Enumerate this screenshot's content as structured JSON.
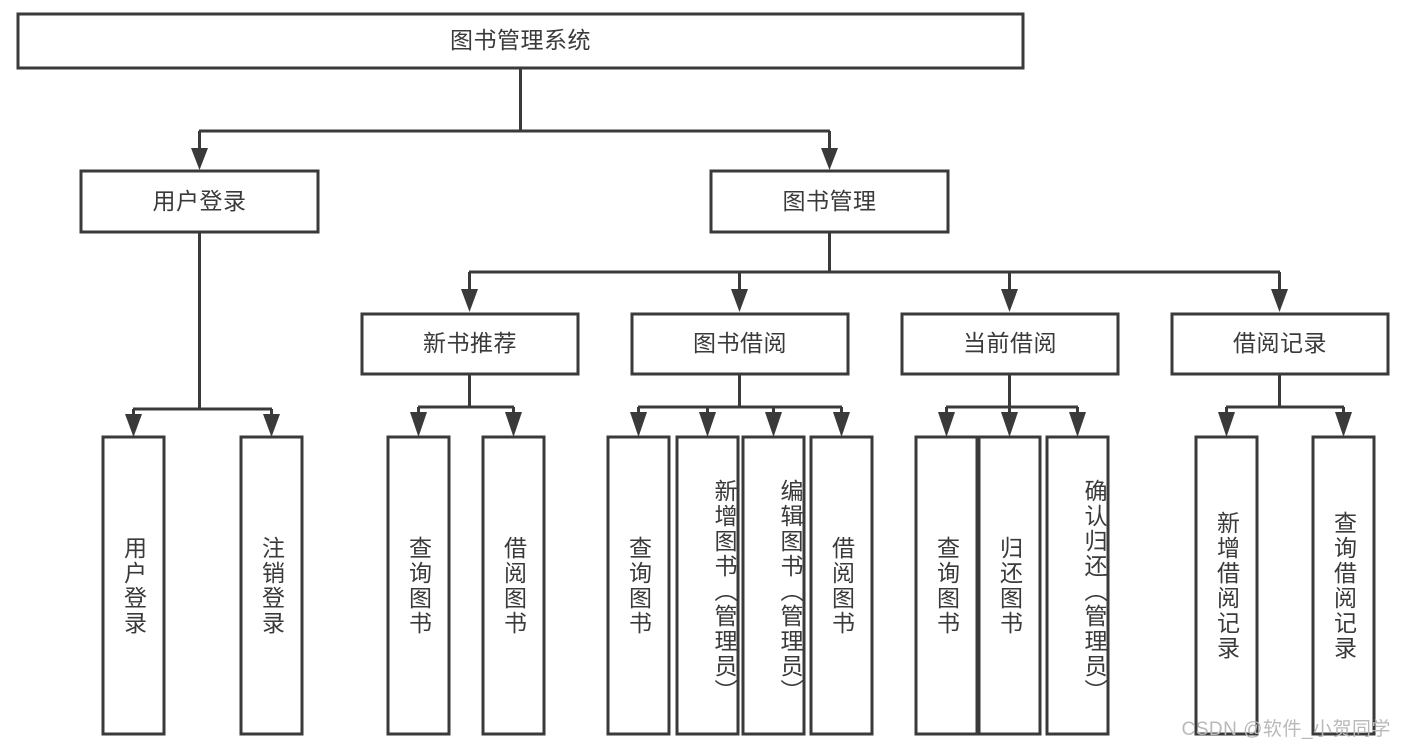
{
  "diagram": {
    "type": "tree-hierarchy",
    "title": "图书管理系统",
    "watermark": "CSDN @软件_小贺同学",
    "colors": {
      "stroke": "#3a3a3a",
      "fill": "#ffffff",
      "background": "#ffffff",
      "watermark": "#b9b9b9"
    },
    "nodes": {
      "root": {
        "label": "图书管理系统",
        "level": 1
      },
      "level2": [
        {
          "label": "用户登录"
        },
        {
          "label": "图书管理"
        }
      ],
      "level3": [
        {
          "label": "新书推荐"
        },
        {
          "label": "图书借阅"
        },
        {
          "label": "当前借阅"
        },
        {
          "label": "借阅记录"
        }
      ],
      "leaves": {
        "user_login": [
          {
            "label": "用户登录"
          },
          {
            "label": "注销登录"
          }
        ],
        "new_book_recommend": [
          {
            "label": "查询图书"
          },
          {
            "label": "借阅图书"
          }
        ],
        "book_borrow": [
          {
            "label": "查询图书"
          },
          {
            "label": "新增图书（管理员）"
          },
          {
            "label": "编辑图书（管理员）"
          },
          {
            "label": "借阅图书"
          }
        ],
        "current_borrow": [
          {
            "label": "查询图书"
          },
          {
            "label": "归还图书"
          },
          {
            "label": "确认归还（管理员）"
          }
        ],
        "borrow_record": [
          {
            "label": "新增借阅记录"
          },
          {
            "label": "查询借阅记录"
          }
        ]
      }
    }
  }
}
